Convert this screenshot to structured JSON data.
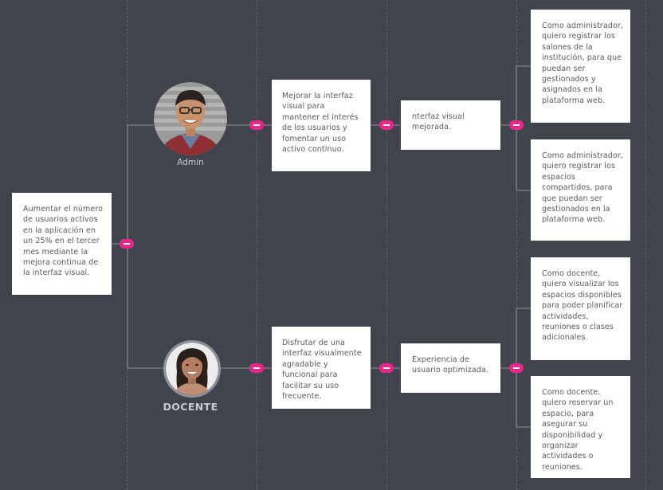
{
  "goal": {
    "text": "Aumentar el número de usuarios activos en la aplicación en un 25% en el tercer mes mediante la mejora continua de la interfaz visual."
  },
  "personas": [
    {
      "label": "Admin",
      "avatar_icon": "man-with-glasses-avatar-icon",
      "need": "Mejorar la interfaz visual para mantener el interés de los usuarios y fomentar un uso activo continuo.",
      "outcome": "nterfaz visual mejorada.",
      "stories": [
        "Como administrador, quiero registrar los salones de la institución, para que puedan ser gestionados y asignados en la plataforma web.",
        "Como administrador, quiero registrar los espacios compartidos, para que puedan ser gestionados en la plataforma web."
      ]
    },
    {
      "label": "DOCENTE",
      "avatar_icon": "woman-avatar-icon",
      "need": "Disfrutar de una interfaz visualmente agradable y funcional para facilitar su uso frecuente.",
      "outcome": "Experiencia de usuario optimizada.",
      "stories": [
        "Como docente, quiero visualizar los espacios disponibles para poder planificar actividades, reuniones o clases adicionales.",
        "Como docente, quiero reservar un espacio, para asegurar su disponibilidad y organizar actividades o reuniones."
      ]
    }
  ],
  "colors": {
    "background": "#41444c",
    "connector": "#8e9199",
    "toggle": "#e8278a",
    "card": "#ffffff"
  }
}
